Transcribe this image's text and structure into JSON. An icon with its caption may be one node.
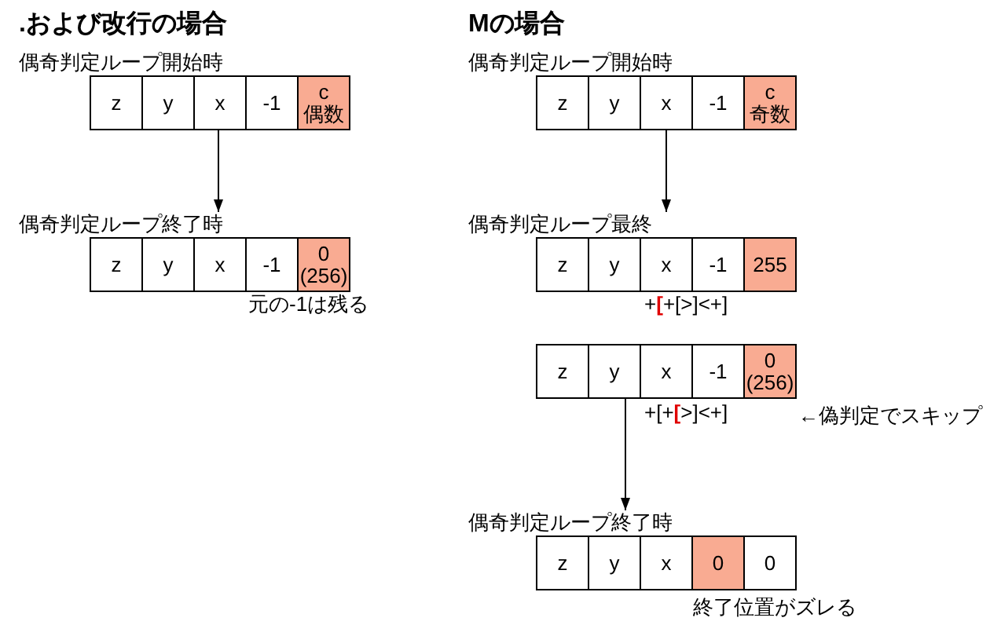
{
  "diagram": {
    "nodes": [
      {
        "text": [
          "偶奇判定ループ開始時"
        ]
      },
      {
        "text": [
          "z"
        ],
        "in": 0
      },
      {
        "text": [
          "y"
        ],
        "in": 0
      },
      {
        "text": [
          "x"
        ],
        "in": 0
      },
      {
        "text": [
          "-1"
        ],
        "in": 0
      },
      {
        "text": [
          "c",
          "偶数"
        ],
        "in": 0
      },
      {
        "text": [
          "偶奇判定ループ終了時"
        ],
        "beside": [
          "元の-1は残る"
        ]
      },
      {
        "text": [
          "z"
        ],
        "in": 6
      },
      {
        "text": [
          "y"
        ],
        "in": 6
      },
      {
        "text": [
          "x"
        ],
        "in": 6
      },
      {
        "text": [
          "-1"
        ],
        "in": 6
      },
      {
        "text": [
          "0",
          "(256)"
        ],
        "in": 6
      },
      {
        "text": [
          "偶奇判定ループ開始時"
        ]
      },
      {
        "text": [
          "z"
        ],
        "in": 12
      },
      {
        "text": [
          "y"
        ],
        "in": 12
      },
      {
        "text": [
          "x"
        ],
        "in": 12
      },
      {
        "text": [
          "-1"
        ],
        "in": 12
      },
      {
        "text": [
          "c",
          "奇数"
        ],
        "in": 12
      },
      {
        "text": [
          "偶奇判定ループ最終"
        ],
        "beside": [
          "+**[**+[>]<+]"
        ]
      },
      {
        "text": [
          "z"
        ],
        "in": 18
      },
      {
        "text": [
          "y"
        ],
        "in": 18
      },
      {
        "text": [
          "x"
        ],
        "in": 18
      },
      {
        "text": [
          "-1"
        ],
        "in": 18
      },
      {
        "text": [
          "255"
        ],
        "in": 18
      },
      {
        "text": [],
        "shape": "box",
        "beside": [
          "+[+**[**>]<+]",
          "←偽判定でスキップ"
        ]
      },
      {
        "text": [
          "z"
        ],
        "in": 24
      },
      {
        "text": [
          "y"
        ],
        "in": 24
      },
      {
        "text": [
          "x"
        ],
        "in": 24
      },
      {
        "text": [
          "-1"
        ],
        "in": 24
      },
      {
        "text": [
          "0",
          "(256)"
        ],
        "in": 24
      },
      {
        "text": [
          "偶奇判定ループ終了時"
        ],
        "beside": [
          "終了位置がズレる"
        ]
      },
      {
        "text": [
          "z"
        ],
        "in": 30
      },
      {
        "text": [
          "y"
        ],
        "in": 30
      },
      {
        "text": [
          "x"
        ],
        "in": 30
      },
      {
        "text": [
          "0"
        ],
        "in": 30
      },
      {
        "text": [
          "0"
        ],
        "in": 30
      }
    ],
    "edges": [
      {
        "from": 0,
        "to": 6,
        "arrow": "to"
      },
      {
        "from": 12,
        "to": 18,
        "arrow": "to"
      },
      {
        "from": 24,
        "to": 30,
        "arrow": "to"
      }
    ],
    "labels": [
      ".および改行の場合",
      "Mの場合"
    ]
  }
}
